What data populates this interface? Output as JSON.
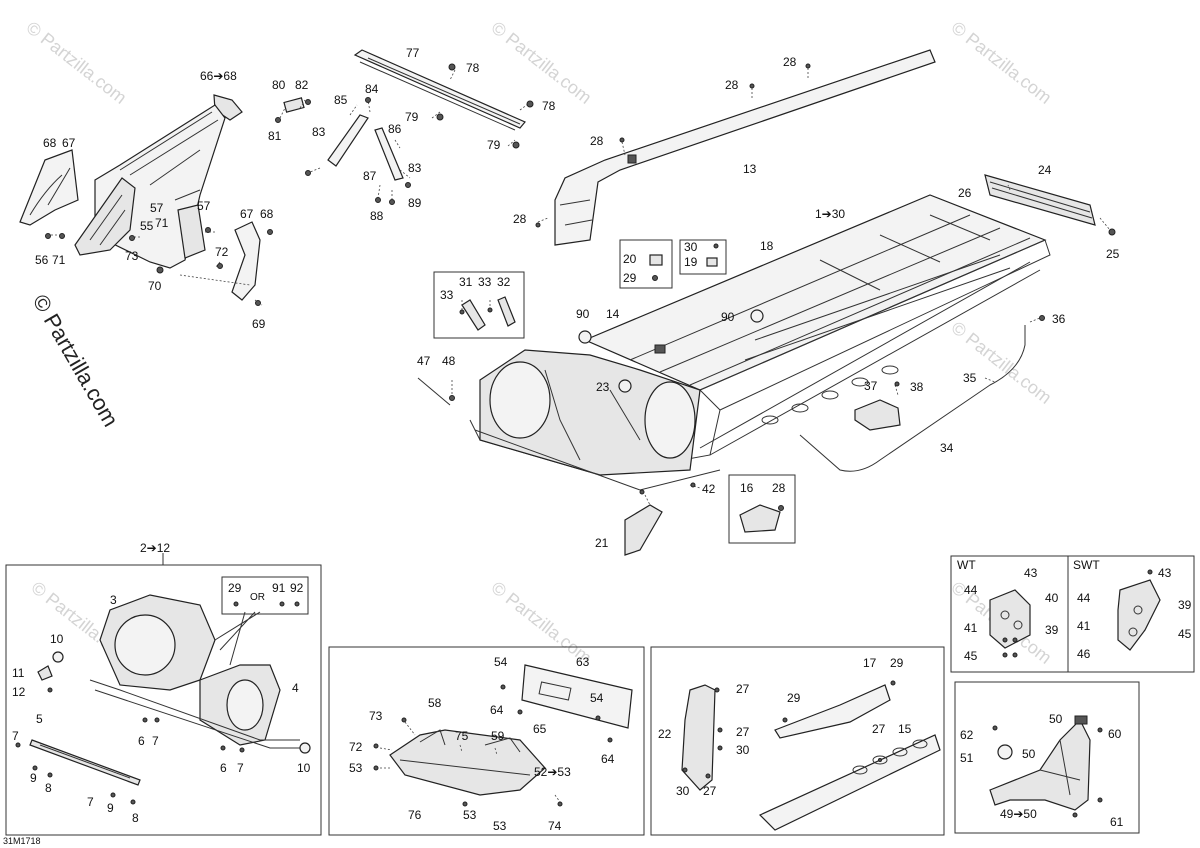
{
  "watermark": {
    "text": "© Partzilla.com",
    "side_text": "© Partzilla.com"
  },
  "diagram_code": "31M1718",
  "box_labels": {
    "wt": "WT",
    "swt": "SWT",
    "or": "OR"
  },
  "callouts": [
    {
      "id": "c-66-68",
      "text": "66➔68"
    },
    {
      "id": "c-68a",
      "text": "68"
    },
    {
      "id": "c-67a",
      "text": "67"
    },
    {
      "id": "c-57a",
      "text": "57"
    },
    {
      "id": "c-57b",
      "text": "57"
    },
    {
      "id": "c-55",
      "text": "55"
    },
    {
      "id": "c-71a",
      "text": "71"
    },
    {
      "id": "c-56",
      "text": "56"
    },
    {
      "id": "c-71b",
      "text": "71"
    },
    {
      "id": "c-73a",
      "text": "73"
    },
    {
      "id": "c-67b",
      "text": "67"
    },
    {
      "id": "c-68b",
      "text": "68"
    },
    {
      "id": "c-72a",
      "text": "72"
    },
    {
      "id": "c-70",
      "text": "70"
    },
    {
      "id": "c-69",
      "text": "69"
    },
    {
      "id": "c-80",
      "text": "80"
    },
    {
      "id": "c-82",
      "text": "82"
    },
    {
      "id": "c-81",
      "text": "81"
    },
    {
      "id": "c-84",
      "text": "84"
    },
    {
      "id": "c-85",
      "text": "85"
    },
    {
      "id": "c-83a",
      "text": "83"
    },
    {
      "id": "c-86",
      "text": "86"
    },
    {
      "id": "c-83b",
      "text": "83"
    },
    {
      "id": "c-87",
      "text": "87"
    },
    {
      "id": "c-88",
      "text": "88"
    },
    {
      "id": "c-89",
      "text": "89"
    },
    {
      "id": "c-77",
      "text": "77"
    },
    {
      "id": "c-78a",
      "text": "78"
    },
    {
      "id": "c-79a",
      "text": "79"
    },
    {
      "id": "c-78b",
      "text": "78"
    },
    {
      "id": "c-79b",
      "text": "79"
    },
    {
      "id": "c-28a",
      "text": "28"
    },
    {
      "id": "c-28b",
      "text": "28"
    },
    {
      "id": "c-28c",
      "text": "28"
    },
    {
      "id": "c-13",
      "text": "13"
    },
    {
      "id": "c-28d",
      "text": "28"
    },
    {
      "id": "c-24",
      "text": "24"
    },
    {
      "id": "c-26",
      "text": "26"
    },
    {
      "id": "c-1-30",
      "text": "1➔30"
    },
    {
      "id": "c-25",
      "text": "25"
    },
    {
      "id": "c-20",
      "text": "20"
    },
    {
      "id": "c-29a",
      "text": "29"
    },
    {
      "id": "c-30a",
      "text": "30"
    },
    {
      "id": "c-19",
      "text": "19"
    },
    {
      "id": "c-18",
      "text": "18"
    },
    {
      "id": "c-90a",
      "text": "90"
    },
    {
      "id": "c-90b",
      "text": "90"
    },
    {
      "id": "c-14",
      "text": "14"
    },
    {
      "id": "c-31",
      "text": "31"
    },
    {
      "id": "c-33a",
      "text": "33"
    },
    {
      "id": "c-33b",
      "text": "33"
    },
    {
      "id": "c-32",
      "text": "32"
    },
    {
      "id": "c-36",
      "text": "36"
    },
    {
      "id": "c-47",
      "text": "47"
    },
    {
      "id": "c-48",
      "text": "48"
    },
    {
      "id": "c-23",
      "text": "23"
    },
    {
      "id": "c-37",
      "text": "37"
    },
    {
      "id": "c-38",
      "text": "38"
    },
    {
      "id": "c-35",
      "text": "35"
    },
    {
      "id": "c-34",
      "text": "34"
    },
    {
      "id": "c-42",
      "text": "42"
    },
    {
      "id": "c-16",
      "text": "16"
    },
    {
      "id": "c-28e",
      "text": "28"
    },
    {
      "id": "c-21",
      "text": "21"
    },
    {
      "id": "c-2-12",
      "text": "2➔12"
    },
    {
      "id": "c-29b",
      "text": "29"
    },
    {
      "id": "c-91",
      "text": "91"
    },
    {
      "id": "c-92",
      "text": "92"
    },
    {
      "id": "c-3",
      "text": "3"
    },
    {
      "id": "c-10a",
      "text": "10"
    },
    {
      "id": "c-11",
      "text": "11"
    },
    {
      "id": "c-12",
      "text": "12"
    },
    {
      "id": "c-4",
      "text": "4"
    },
    {
      "id": "c-5",
      "text": "5"
    },
    {
      "id": "c-6a",
      "text": "6"
    },
    {
      "id": "c-7a",
      "text": "7"
    },
    {
      "id": "c-7b",
      "text": "7"
    },
    {
      "id": "c-9a",
      "text": "9"
    },
    {
      "id": "c-8a",
      "text": "8"
    },
    {
      "id": "c-6b",
      "text": "6"
    },
    {
      "id": "c-7c",
      "text": "7"
    },
    {
      "id": "c-10b",
      "text": "10"
    },
    {
      "id": "c-7d",
      "text": "7"
    },
    {
      "id": "c-9b",
      "text": "9"
    },
    {
      "id": "c-8b",
      "text": "8"
    },
    {
      "id": "c-54a",
      "text": "54"
    },
    {
      "id": "c-63",
      "text": "63"
    },
    {
      "id": "c-54b",
      "text": "54"
    },
    {
      "id": "c-64a",
      "text": "64"
    },
    {
      "id": "c-65",
      "text": "65"
    },
    {
      "id": "c-64b",
      "text": "64"
    },
    {
      "id": "c-73b",
      "text": "73"
    },
    {
      "id": "c-58",
      "text": "58"
    },
    {
      "id": "c-75",
      "text": "75"
    },
    {
      "id": "c-59",
      "text": "59"
    },
    {
      "id": "c-72b",
      "text": "72"
    },
    {
      "id": "c-53a",
      "text": "53"
    },
    {
      "id": "c-52-53",
      "text": "52➔53"
    },
    {
      "id": "c-76",
      "text": "76"
    },
    {
      "id": "c-53b",
      "text": "53"
    },
    {
      "id": "c-53c",
      "text": "53"
    },
    {
      "id": "c-74",
      "text": "74"
    },
    {
      "id": "c-27a",
      "text": "27"
    },
    {
      "id": "c-22",
      "text": "22"
    },
    {
      "id": "c-27b",
      "text": "27"
    },
    {
      "id": "c-30b",
      "text": "30"
    },
    {
      "id": "c-30c",
      "text": "30"
    },
    {
      "id": "c-27c",
      "text": "27"
    },
    {
      "id": "c-17",
      "text": "17"
    },
    {
      "id": "c-29c",
      "text": "29"
    },
    {
      "id": "c-29d",
      "text": "29"
    },
    {
      "id": "c-27d",
      "text": "27"
    },
    {
      "id": "c-15",
      "text": "15"
    },
    {
      "id": "c-43a",
      "text": "43"
    },
    {
      "id": "c-44a",
      "text": "44"
    },
    {
      "id": "c-40",
      "text": "40"
    },
    {
      "id": "c-41a",
      "text": "41"
    },
    {
      "id": "c-39a",
      "text": "39"
    },
    {
      "id": "c-45a",
      "text": "45"
    },
    {
      "id": "c-43b",
      "text": "43"
    },
    {
      "id": "c-44b",
      "text": "44"
    },
    {
      "id": "c-39b",
      "text": "39"
    },
    {
      "id": "c-41b",
      "text": "41"
    },
    {
      "id": "c-45b",
      "text": "45"
    },
    {
      "id": "c-46",
      "text": "46"
    },
    {
      "id": "c-50a",
      "text": "50"
    },
    {
      "id": "c-60",
      "text": "60"
    },
    {
      "id": "c-62",
      "text": "62"
    },
    {
      "id": "c-51",
      "text": "51"
    },
    {
      "id": "c-50b",
      "text": "50"
    },
    {
      "id": "c-49-50",
      "text": "49➔50"
    },
    {
      "id": "c-61",
      "text": "61"
    }
  ]
}
